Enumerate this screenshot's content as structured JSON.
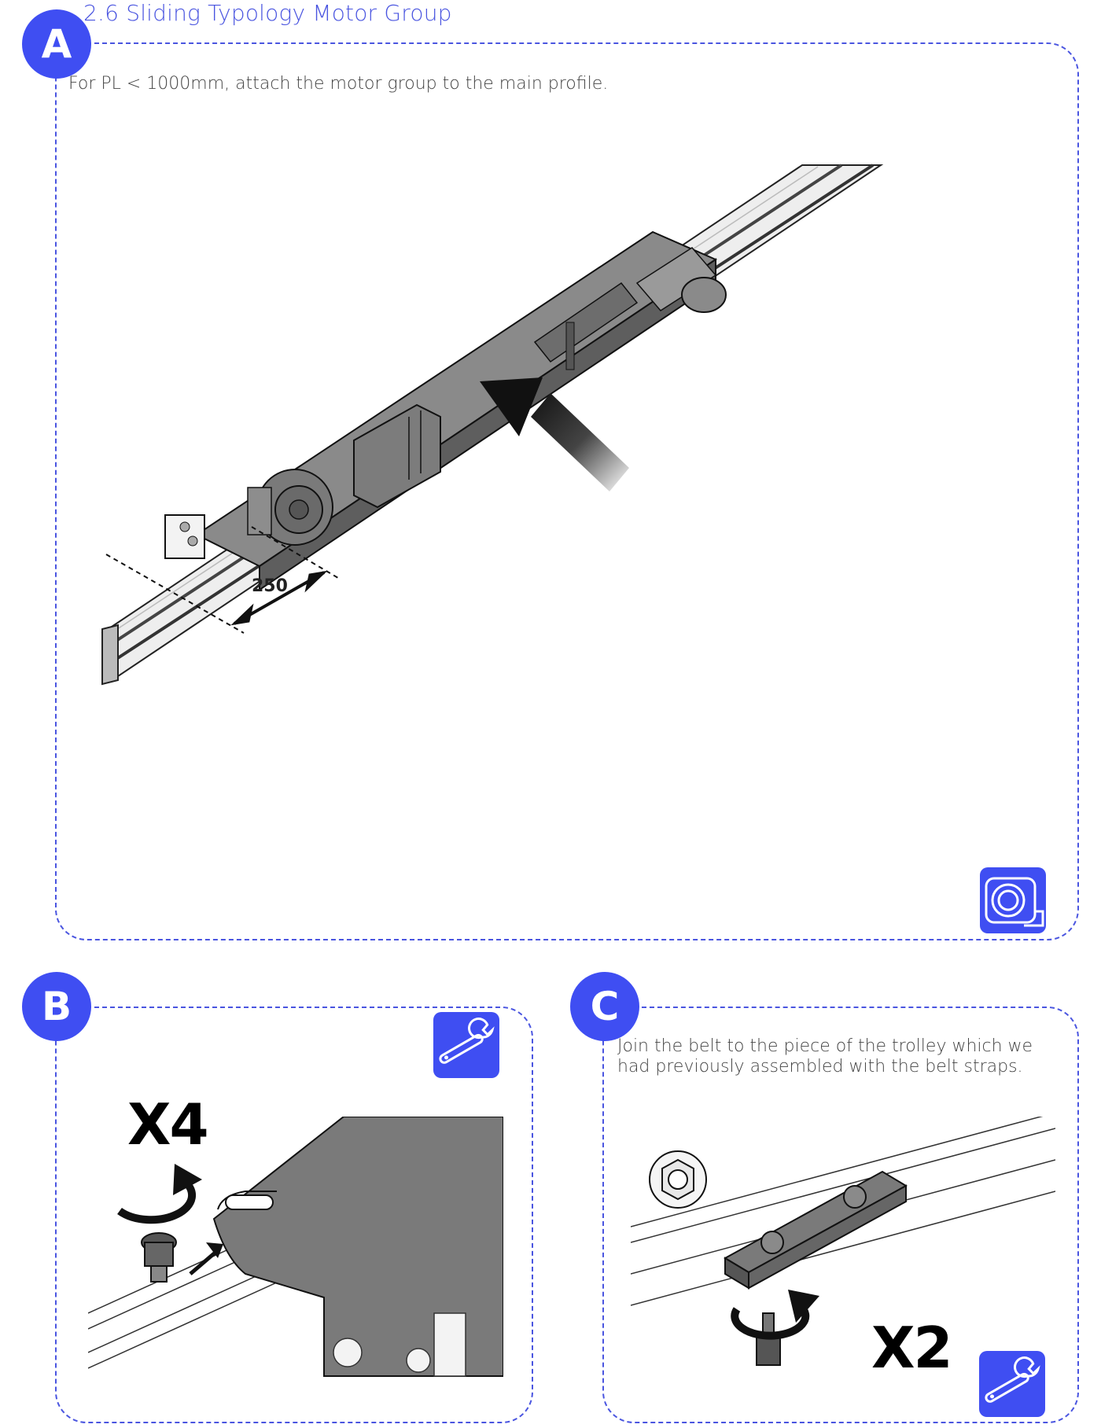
{
  "section": {
    "title": "2.6 Sliding Typology Motor Group"
  },
  "steps": [
    {
      "badge": "A",
      "instruction": "For PL < 1000mm, attach the motor group to the main profile.",
      "dimension": "250",
      "tool_icon": "tape-measure-icon"
    },
    {
      "badge": "B",
      "quantity": "X4",
      "tool_icon": "wrench-icon"
    },
    {
      "badge": "C",
      "instruction": "Join the belt to the piece of the trolley which we had previously assembled with the belt straps.",
      "quantity": "X2",
      "tool_icon": "wrench-icon"
    }
  ],
  "colors": {
    "accent": "#3f4ef2",
    "border": "#4a55e0",
    "metal": "#777777"
  }
}
